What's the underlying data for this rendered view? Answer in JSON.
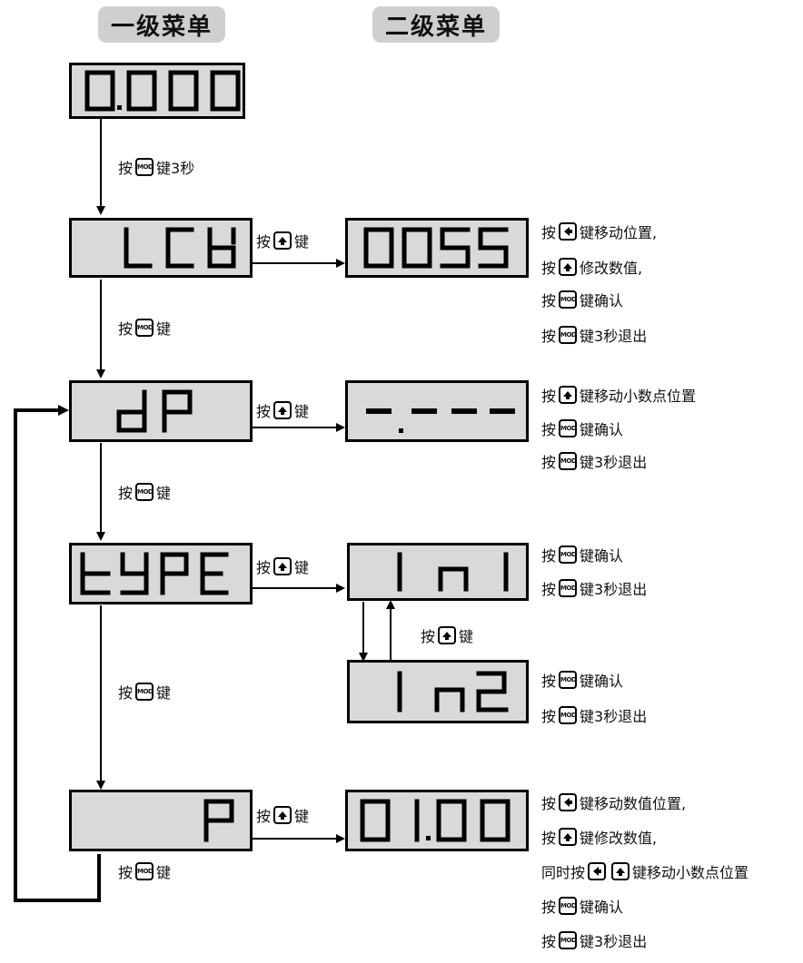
{
  "headers": {
    "level1": "一级菜单",
    "level2": "二级菜单"
  },
  "keys": {
    "mod": "MOD"
  },
  "labels": {
    "press": "按",
    "key": "键",
    "key_3s": "键3秒",
    "mod_3s_from_home": "键3秒"
  },
  "displays": {
    "home": "0.000",
    "lck": "LCK",
    "lck_value": "0055",
    "dp": "dP",
    "dp_value": "-.---",
    "type": "tYPE",
    "type_in1": "In1",
    "type_in2": "In2",
    "p": "P",
    "p_value": "01.00"
  },
  "notes": {
    "lck": [
      "键移动位置,",
      "修改数值,",
      "键确认",
      "键3秒退出"
    ],
    "dp": [
      "键移动小数点位置",
      "键确认",
      "键3秒退出"
    ],
    "in1": [
      "键确认",
      "键3秒退出"
    ],
    "in2": [
      "键确认",
      "键3秒退出"
    ],
    "p": [
      "键移动数值位置,",
      "键修改数值,",
      "同时按",
      "键移动小数点位置",
      "键确认",
      "键3秒退出"
    ]
  }
}
